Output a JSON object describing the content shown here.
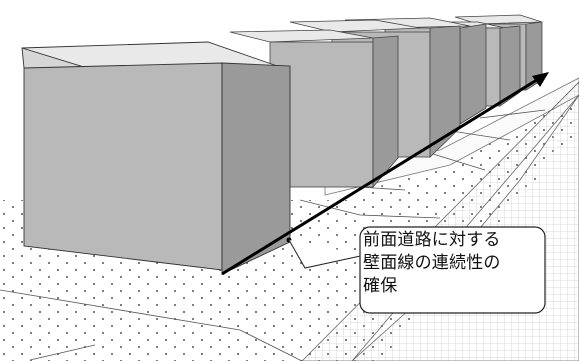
{
  "callout": {
    "lines": [
      "前面道路に対する",
      "壁面線の連続性の",
      "確保"
    ]
  },
  "colors": {
    "front_face": "#b9b9b9",
    "side_face": "#9a9a9a",
    "top_face": "#e9e9e9",
    "road": "#f2f2f2",
    "ground": "#f7f7f7",
    "arrow": "#000000"
  }
}
